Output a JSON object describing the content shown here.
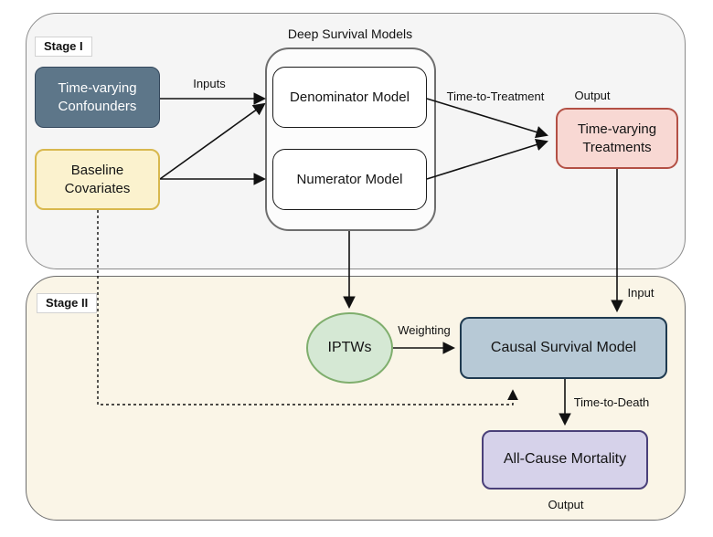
{
  "diagram": {
    "stage1": {
      "label": "Stage I",
      "group_title": "Deep Survival Models",
      "nodes": {
        "time_varying_confounders": "Time-varying\nConfounders",
        "baseline_covariates": "Baseline\nCovariates",
        "denominator_model": "Denominator Model",
        "numerator_model": "Numerator Model",
        "time_varying_treatments": "Time-varying\nTreatments"
      },
      "edge_labels": {
        "inputs": "Inputs",
        "time_to_treatment": "Time-to-Treatment",
        "output": "Output"
      }
    },
    "stage2": {
      "label": "Stage II",
      "nodes": {
        "iptws": "IPTWs",
        "causal_survival_model": "Causal Survival Model",
        "all_cause_mortality": "All-Cause Mortality"
      },
      "edge_labels": {
        "input": "Input",
        "weighting": "Weighting",
        "time_to_death": "Time-to-Death",
        "output": "Output"
      }
    },
    "colors": {
      "stage1_fill": "#f5f5f5",
      "stage2_fill": "#faf5e7",
      "confounders_fill": "#5d7689",
      "confounders_border": "#33475c",
      "baseline_fill": "#fbf2ce",
      "baseline_border": "#d8b84e",
      "treatments_fill": "#f8d8d3",
      "treatments_border": "#b35045",
      "iptw_fill": "#d5e8d4",
      "iptw_border": "#7fae6d",
      "causal_model_fill": "#b7c9d6",
      "causal_model_border": "#1f3a50",
      "mortality_fill": "#d6d2ea",
      "mortality_border": "#4a4079",
      "arrow_color": "#111111"
    }
  }
}
